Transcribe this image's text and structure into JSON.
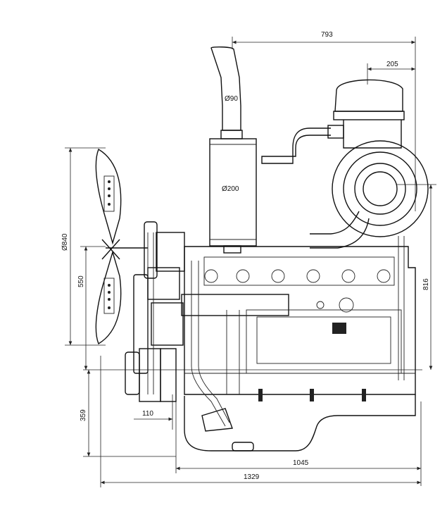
{
  "drawing": {
    "dimensions": {
      "top_width": "793",
      "air_filter_offset": "205",
      "pipe_diameter": "Ø90",
      "muffler_diameter": "Ø200",
      "fan_diameter": "Ø840",
      "fan_center_height": "550",
      "right_height": "816",
      "bottom_left_height": "359",
      "pulley_offset": "110",
      "base_length": "1045",
      "overall_length": "1329"
    }
  }
}
